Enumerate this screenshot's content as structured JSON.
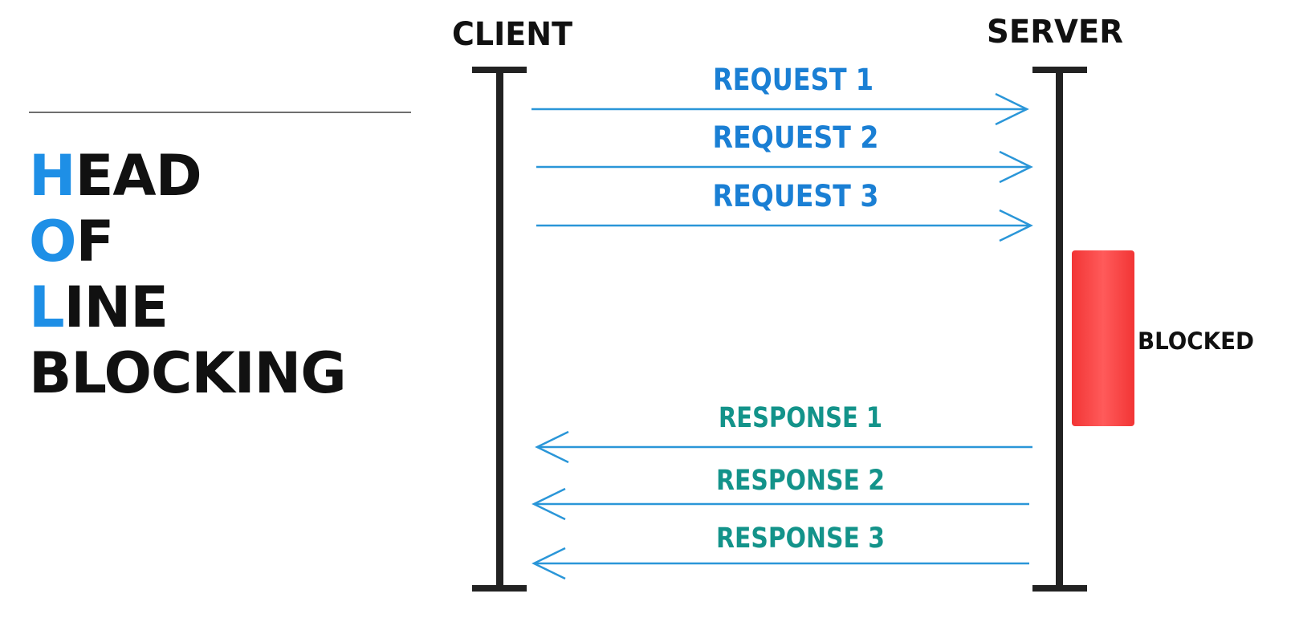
{
  "title": {
    "lines": [
      {
        "initial": "H",
        "rest": "EAD"
      },
      {
        "initial": "O",
        "rest": "F"
      },
      {
        "initial": "L",
        "rest": "INE"
      },
      {
        "initial": "",
        "rest": "BLOCKING"
      }
    ]
  },
  "diagram": {
    "client_label": "CLIENT",
    "server_label": "SERVER",
    "requests": [
      "REQUEST 1",
      "REQUEST 2",
      "REQUEST 3"
    ],
    "responses": [
      "RESPONSE 1",
      "RESPONSE 2",
      "RESPONSE 3"
    ],
    "blocked_label": "BLOCKED"
  },
  "colors": {
    "request": "#1a7fd4",
    "request_arrow": "#2a96d8",
    "response": "#13938a",
    "response_arrow": "#2a96d8",
    "blocked": "#f03c3c",
    "lifeline": "#222222",
    "title_initial": "#1e8fe6",
    "title_text": "#111111"
  }
}
